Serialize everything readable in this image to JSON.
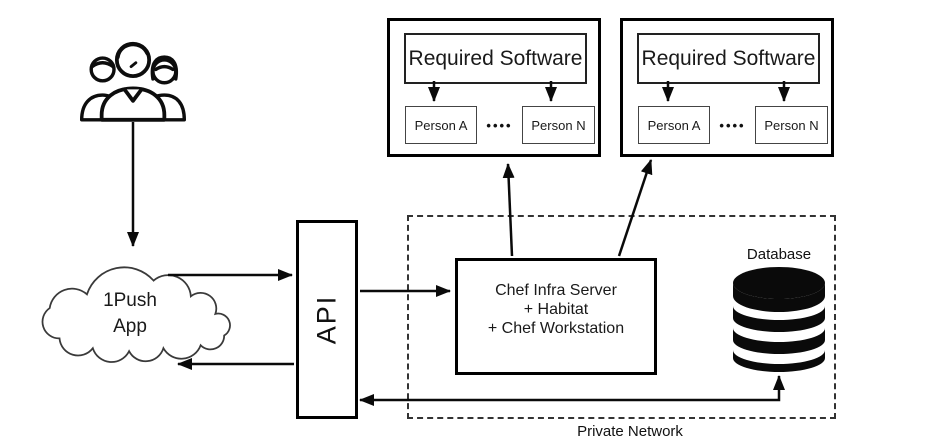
{
  "app_cloud": {
    "line1": "1Push",
    "line2": "App"
  },
  "api_gateway": {
    "label": "API"
  },
  "chef_server": {
    "line1": "Chef Infra Server",
    "line2": "+ Habitat",
    "line3": "+ Chef Workstation"
  },
  "database": {
    "label": "Database"
  },
  "network": {
    "label": "Private Network"
  },
  "software_groups": [
    {
      "title": "Required Software",
      "person_first": "Person A",
      "dots": "••••",
      "person_last": "Person N"
    },
    {
      "title": "Required Software",
      "person_first": "Person A",
      "dots": "••••",
      "person_last": "Person N"
    }
  ],
  "colors": {
    "line": "#0a0a0a",
    "box_border": "#000000",
    "text": "#1a1a1a",
    "background": "#ffffff"
  }
}
